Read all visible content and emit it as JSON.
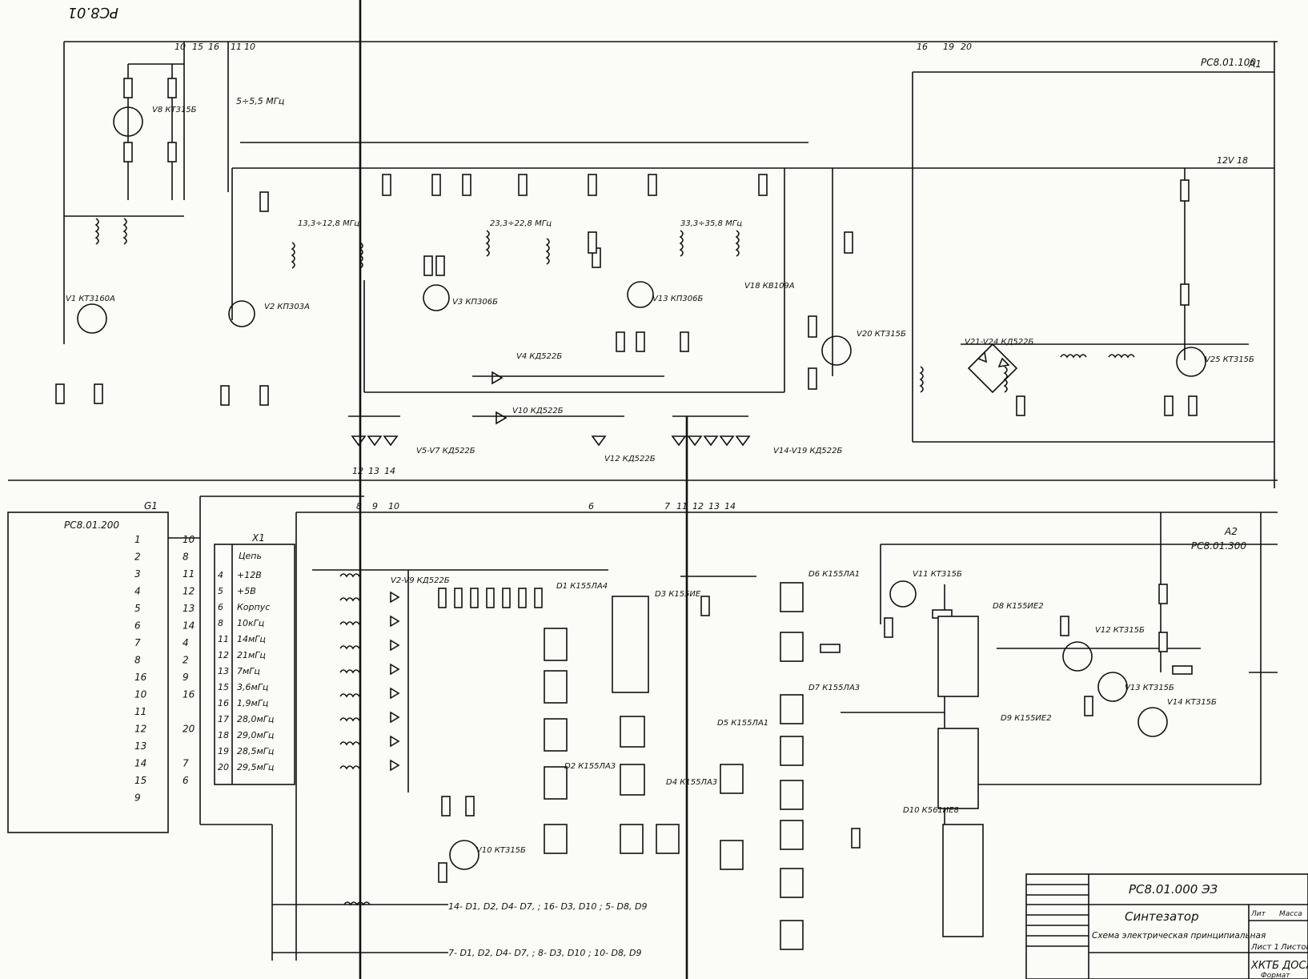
{
  "sheet_ref_top": "PC8.01",
  "modules": {
    "a1": {
      "code": "PC8.01.100",
      "tag": "A1"
    },
    "a2": {
      "code": "PC8.01.300",
      "tag": "A2"
    },
    "g1": {
      "code": "PC8.01.200",
      "tag": "G1"
    }
  },
  "freq_labels": [
    "5÷5,5 МГц",
    "13,3÷12,8 МГц",
    "23,3÷22,8 МГц",
    "33,3÷35,8 МГц",
    "12V 18"
  ],
  "transistors": [
    "V1 КТ3160А",
    "V2 КП303А",
    "V3 КП306Б",
    "V13 КП306Б",
    "V20 КТ315Б",
    "V25 КТ315Б",
    "V8 КТ315Б",
    "V11 КТ315Б",
    "V10 КТ315Б",
    "V12 КТ315Б",
    "V13 КТ315Б",
    "V14 КТ315Б"
  ],
  "diodes": [
    "V4 КД522Б",
    "V10 КД522Б",
    "V12 КД522Б",
    "V5-V7 КД522Б",
    "V14-V19 КД522Б",
    "V21-V24 КД522Б",
    "V18 КВ109А",
    "V2-V9 КД522Б"
  ],
  "chips": [
    "D1 К155ЛА4",
    "D2 К155ЛА3",
    "D3 К155ИЕ",
    "D4 К155ЛА3",
    "D6 К155ЛА1",
    "D7 К155ЛА3",
    "D5 К155ЛА1",
    "D8 К155ИЕ2",
    "D9 К155ИЕ2",
    "D10 К561ИЕ8"
  ],
  "x1_table": {
    "title": "X1",
    "header": "Цепь",
    "rows": [
      [
        "4",
        "+12В"
      ],
      [
        "5",
        "+5В"
      ],
      [
        "6",
        "Корпус"
      ],
      [
        "8",
        "10кГц"
      ],
      [
        "11",
        "14мГц"
      ],
      [
        "12",
        "21мГц"
      ],
      [
        "13",
        "7мГц"
      ],
      [
        "15",
        "3,6мГц"
      ],
      [
        "16",
        "1,9мГц"
      ],
      [
        "17",
        "28,0мГц"
      ],
      [
        "18",
        "29,0мГц"
      ],
      [
        "19",
        "28,5мГц"
      ],
      [
        "20",
        "29,5мГц"
      ]
    ]
  },
  "g1_pins": {
    "left": [
      "1",
      "2",
      "3",
      "4",
      "5",
      "6",
      "7",
      "8",
      "16",
      "10",
      "11",
      "12",
      "13",
      "14",
      "15",
      "9"
    ],
    "right": [
      "10",
      "8",
      "11",
      "12",
      "13",
      "14",
      "4",
      "2",
      "9",
      "16",
      "",
      "20",
      "",
      "7",
      "6",
      ""
    ]
  },
  "connector_pins_top": [
    "10",
    "15",
    "16",
    "11",
    "10",
    "16",
    "19",
    "20"
  ],
  "connector_pins_mid": [
    "12",
    "13",
    "14",
    "8",
    "9",
    "10",
    "6",
    "7",
    "11",
    "12",
    "13",
    "14"
  ],
  "power_notes": [
    "14- D1, D2, D4- D7, ; 16- D3, D10 ; 5- D8, D9",
    "7- D1, D2, D4- D7, ; 8- D3, D10 ; 10- D8, D9"
  ],
  "title_block": {
    "doc_number": "PC8.01.000 ЭЗ",
    "name": "Синтезатор",
    "subtitle": "Схема электрическая принципиальная",
    "org": "ХКТБ ДОСА",
    "col_lit": "Лит",
    "col_mass": "Масса",
    "sheet": "Лист 1",
    "sheets": "Листов",
    "format": "Формат"
  }
}
